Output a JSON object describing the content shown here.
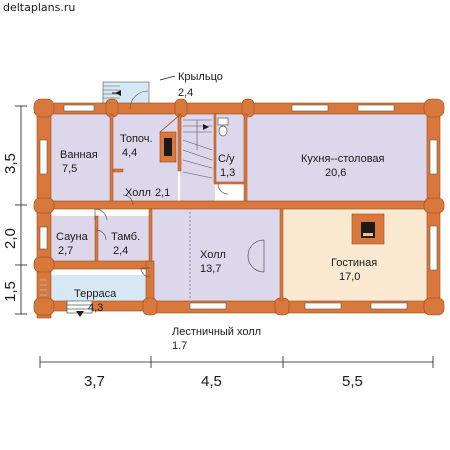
{
  "watermark": "deltaplans.ru",
  "colors": {
    "wall": "#d9783c",
    "room_lavender": "#ddd7eb",
    "room_living": "#fbe9d2",
    "room_terrace": "#d6e8f4",
    "line": "#1a1a1a"
  },
  "rooms": {
    "porch": {
      "name": "Крыльцо",
      "area": "2,4"
    },
    "bath": {
      "name": "Ванная",
      "area": "7,5"
    },
    "furnace": {
      "name": "Топоч.",
      "area": "4,4"
    },
    "wc": {
      "name": "С/у",
      "area": "1,3"
    },
    "kitchen": {
      "name": "Кухня--столовая",
      "area": "20,6"
    },
    "small_hall": {
      "name": "Холл",
      "area": "2,1"
    },
    "sauna": {
      "name": "Сауна",
      "area": "2,7"
    },
    "vestibule": {
      "name": "Тамб.",
      "area": "2,4"
    },
    "hall": {
      "name": "Холл",
      "area": "13,7"
    },
    "living": {
      "name": "Гостиная",
      "area": "17,0"
    },
    "terrace": {
      "name": "Терраса",
      "area": "4,3"
    },
    "stair_hall": {
      "name": "Лестничный холл",
      "area": "1.7"
    }
  },
  "dimensions": {
    "horizontal": [
      "3,7",
      "4,5",
      "5,5"
    ],
    "vertical": [
      "3,5",
      "2,0",
      "1,5"
    ]
  }
}
